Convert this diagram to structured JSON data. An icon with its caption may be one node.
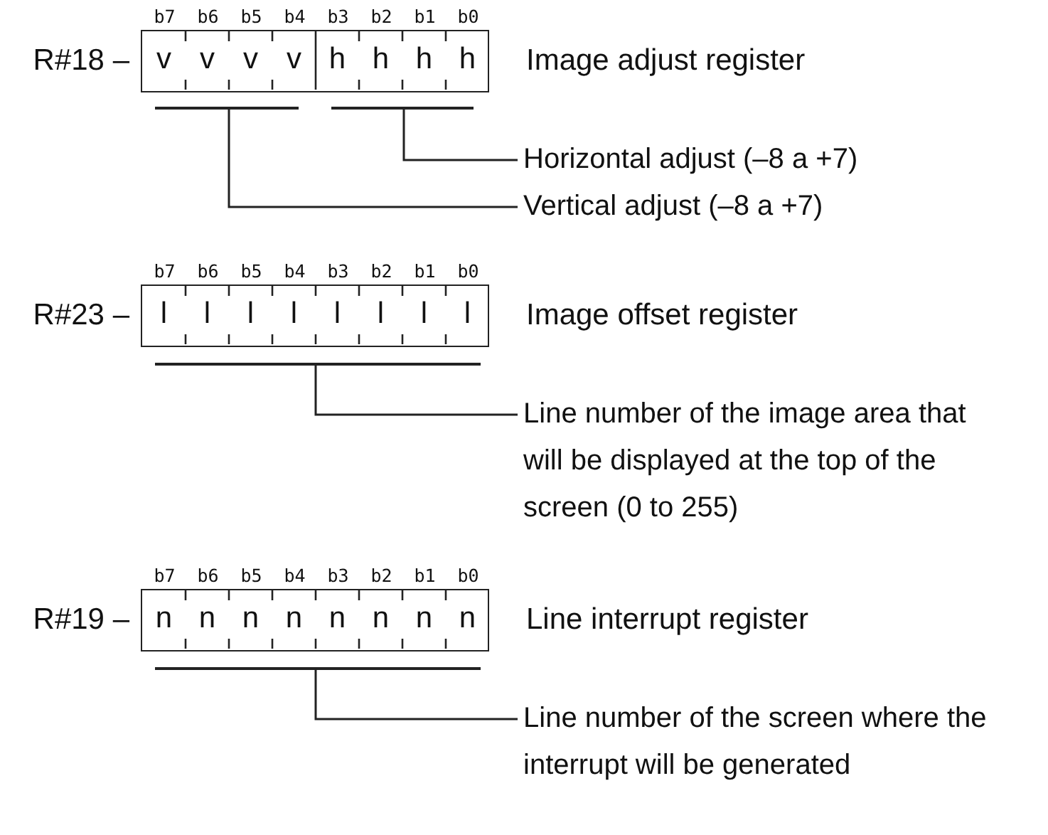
{
  "diagram": {
    "nodes": [
      {
        "text": [
          "v",
          "v",
          "v",
          "v",
          "h",
          "h",
          "h",
          "h"
        ],
        "beside": [
          "R#18 –",
          "Image adjust register"
        ]
      },
      {
        "text": [],
        "shape": "bar"
      },
      {
        "text": [],
        "shape": "bar"
      },
      {
        "text": [
          "Horizontal adjust (–8 a +7)"
        ]
      },
      {
        "text": [
          "Vertical adjust (–8 a +7)"
        ]
      },
      {
        "text": [
          "l",
          "l",
          "l",
          "l",
          "l",
          "l",
          "l",
          "l"
        ],
        "beside": [
          "R#23 –",
          "Image offset register"
        ]
      },
      {
        "text": [],
        "shape": "bar"
      },
      {
        "text": [
          "Line number of the image area that will be displayed at the top of the screen (0 to 255)"
        ]
      },
      {
        "text": [
          "n",
          "n",
          "n",
          "n",
          "n",
          "n",
          "n",
          "n"
        ],
        "beside": [
          "R#19 –",
          "Line interrupt register"
        ]
      },
      {
        "text": [],
        "shape": "bar"
      },
      {
        "text": [
          "Line number of the screen where the interrupt will be generated"
        ]
      }
    ],
    "edges": [
      {
        "from": 3,
        "to": 2,
        "arrow": "none"
      },
      {
        "from": 4,
        "to": 1,
        "arrow": "none"
      },
      {
        "from": 7,
        "to": 6,
        "arrow": "none"
      },
      {
        "from": 10,
        "to": 9,
        "arrow": "none"
      }
    ],
    "labels": [
      "b7",
      "b6",
      "b5",
      "b4",
      "b3",
      "b2",
      "b1",
      "b0",
      "b7",
      "b6",
      "b5",
      "b4",
      "b3",
      "b2",
      "b1",
      "b0",
      "b7",
      "b6",
      "b5",
      "b4",
      "b3",
      "b2",
      "b1",
      "b0"
    ]
  }
}
